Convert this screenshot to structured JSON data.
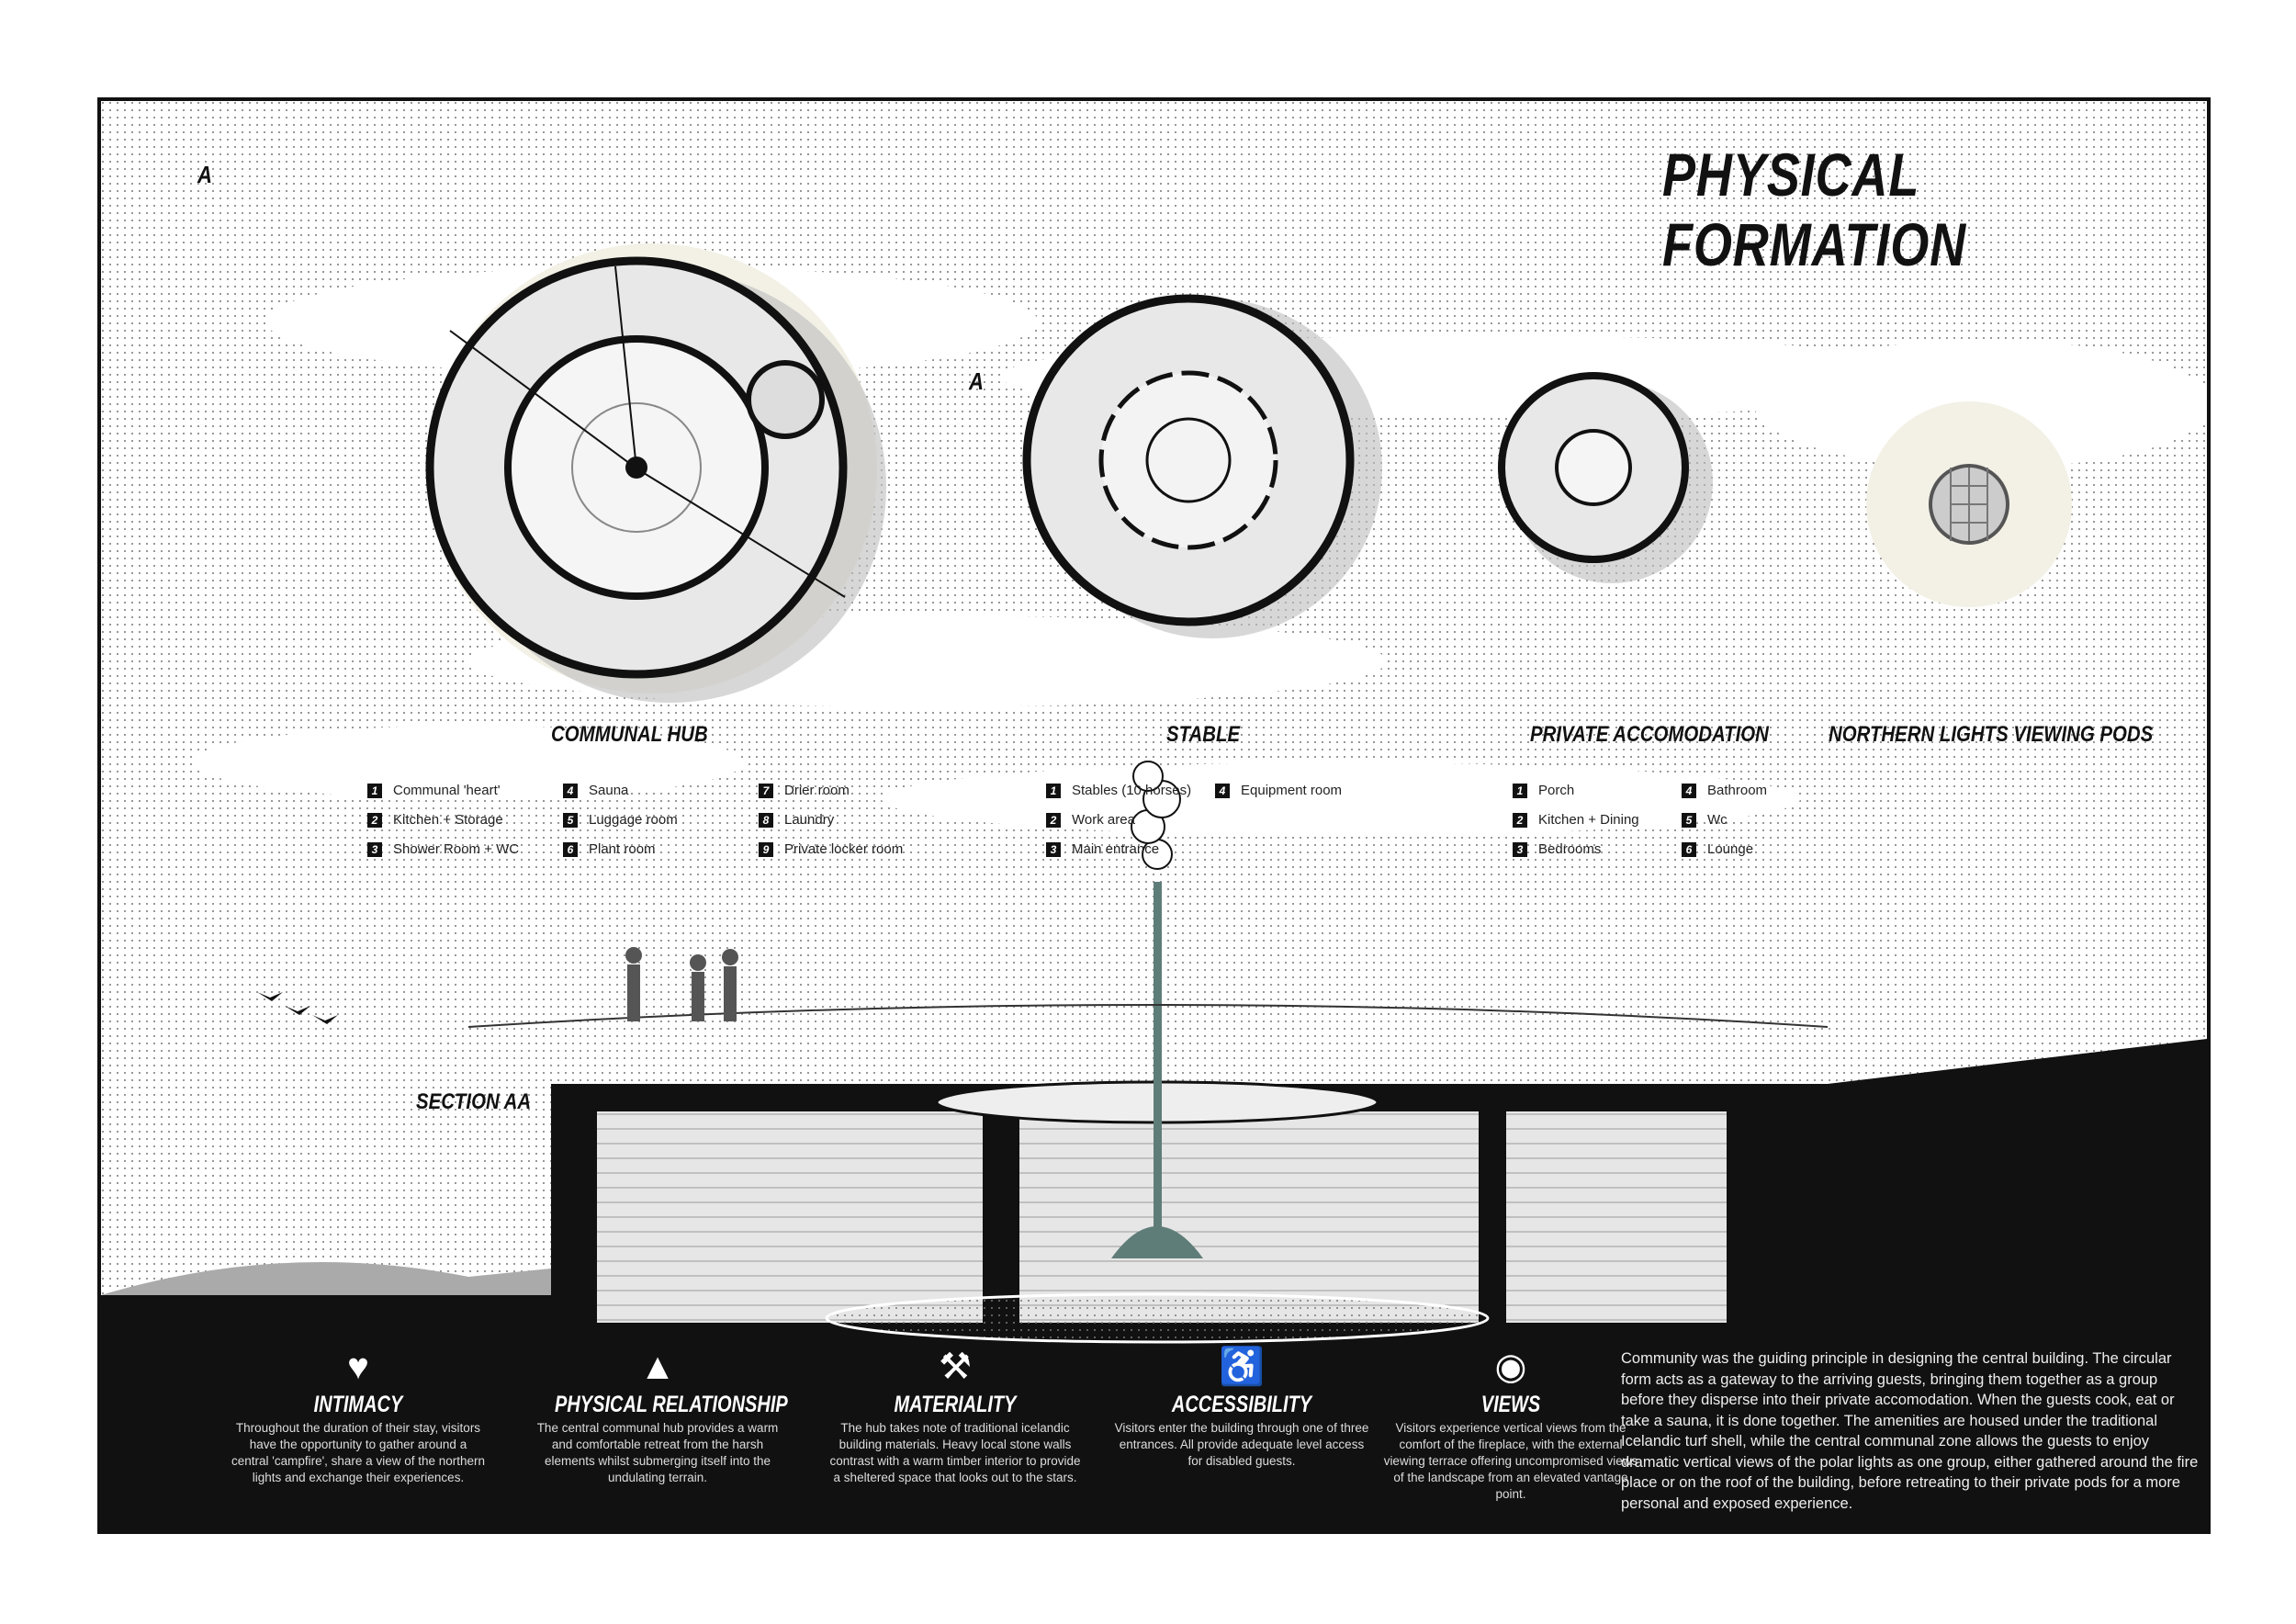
{
  "title": "PHYSICAL FORMATION",
  "plans": {
    "communal": {
      "label": "COMMUNAL HUB",
      "items": [
        {
          "n": "1",
          "t": "Communal 'heart'"
        },
        {
          "n": "2",
          "t": "Kitchen + Storage"
        },
        {
          "n": "3",
          "t": "Shower Room + WC"
        },
        {
          "n": "4",
          "t": "Sauna"
        },
        {
          "n": "5",
          "t": "Luggage room"
        },
        {
          "n": "6",
          "t": "Plant room"
        },
        {
          "n": "7",
          "t": "Drier room"
        },
        {
          "n": "8",
          "t": "Laundry"
        },
        {
          "n": "9",
          "t": "Private locker room"
        }
      ]
    },
    "stable": {
      "label": "STABLE",
      "items": [
        {
          "n": "1",
          "t": "Stables (10 horses)"
        },
        {
          "n": "2",
          "t": "Work area"
        },
        {
          "n": "3",
          "t": "Main entrance"
        },
        {
          "n": "4",
          "t": "Equipment room"
        }
      ]
    },
    "private": {
      "label": "PRIVATE ACCOMODATION",
      "items": [
        {
          "n": "1",
          "t": "Porch"
        },
        {
          "n": "2",
          "t": "Kitchen + Dining"
        },
        {
          "n": "3",
          "t": "Bedrooms"
        },
        {
          "n": "4",
          "t": "Bathroom"
        },
        {
          "n": "5",
          "t": "Wc"
        },
        {
          "n": "6",
          "t": "Lounge"
        }
      ]
    },
    "pods": {
      "label": "NORTHERN LIGHTS VIEWING PODS"
    }
  },
  "section_marks": {
    "a1": "A",
    "a2": "A"
  },
  "section_label": "SECTION AA",
  "features": [
    {
      "icon": "heart-icon",
      "glyph": "♥",
      "title": "INTIMACY",
      "text": "Throughout the duration of their stay, visitors have the opportunity to gather around a central 'campfire', share a view of the northern lights and exchange their experiences."
    },
    {
      "icon": "mountain-icon",
      "glyph": "▲",
      "title": "PHYSICAL RELATIONSHIP",
      "text": "The central communal hub provides a warm and comfortable retreat from the harsh elements whilst submerging itself into the undulating terrain."
    },
    {
      "icon": "hammer-icon",
      "glyph": "⚒",
      "title": "MATERIALITY",
      "text": "The hub takes note of traditional icelandic building materials. Heavy local stone walls contrast with a warm timber interior to provide a sheltered space that looks out to the stars."
    },
    {
      "icon": "wheelchair-icon",
      "glyph": "♿",
      "title": "ACCESSIBILITY",
      "text": "Visitors enter the building through one of three entrances. All provide adequate level access for disabled guests."
    },
    {
      "icon": "eye-icon",
      "glyph": "◉",
      "title": "VIEWS",
      "text": "Visitors experience vertical views from the comfort of the fireplace, with the external viewing terrace offering uncompromised views of the landscape from an elevated vantage point."
    }
  ],
  "description": "Community was the guiding principle in designing the central building. The circular form acts as a gateway to the arriving guests, bringing them together as a group before they disperse into their private accomodation. When the guests cook, eat or take a sauna, it is done together. The amenities are housed under the traditional Icelandic turf shell, while the central communal zone allows the guests to enjoy dramatic vertical views of the polar lights as one group, either gathered around the fire place or on the roof of the building, before retreating to their private pods for a more personal and exposed experience.",
  "colors": {
    "ink": "#111111",
    "paper": "#ffffff",
    "cream": "#f3f1e6",
    "grey": "#bdbdbd",
    "flue": "#5f7d78"
  }
}
